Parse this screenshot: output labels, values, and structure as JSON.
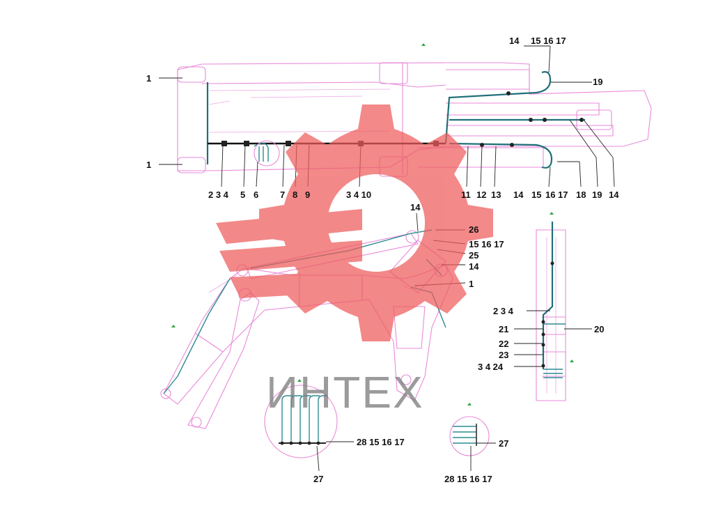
{
  "watermark": {
    "text": "ИНТЕХ",
    "color": "#e84a4a"
  },
  "callouts": {
    "top": {
      "c1a": "1",
      "c1b": "1",
      "c14_top": "14",
      "c15_16_17_top": "15 16 17",
      "c19_top": "19",
      "c2_3_4": "2 3 4",
      "c5": "5",
      "c6": "6",
      "c7": "7",
      "c8": "8",
      "c9": "9",
      "c3_4_10": "3 4 10",
      "c11": "11",
      "c12": "12",
      "c13": "13",
      "c14_b": "14",
      "c15_b": "15",
      "c16_b": "16",
      "c17_b": "17",
      "c18": "18",
      "c19_b": "19",
      "c14_c": "14"
    },
    "boom": {
      "c14": "14",
      "c26": "26",
      "c15_16_17": "15 16 17",
      "c25": "25",
      "c14b": "14",
      "c1": "1"
    },
    "side": {
      "c2_3_4": "2 3 4",
      "c20": "20",
      "c21": "21",
      "c22": "22",
      "c23": "23",
      "c3_4_24": "3 4 24"
    },
    "detail_left": {
      "c28": "28 15 16 17",
      "c27": "27"
    },
    "detail_right": {
      "c27": "27",
      "c28": "28 15 16 17"
    }
  }
}
